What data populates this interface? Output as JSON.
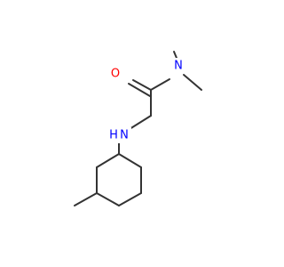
{
  "molecule": {
    "atoms": {
      "oxygen": {
        "symbol": "O",
        "color": "#ff0000"
      },
      "amide_nitrogen": {
        "symbol": "N",
        "color": "#0000ff"
      },
      "amine_nitrogen": {
        "symbol": "N",
        "color": "#0000ff"
      },
      "amine_hydrogen": {
        "symbol": "H",
        "color": "#0000ff"
      }
    },
    "bond_color": "#333333"
  }
}
